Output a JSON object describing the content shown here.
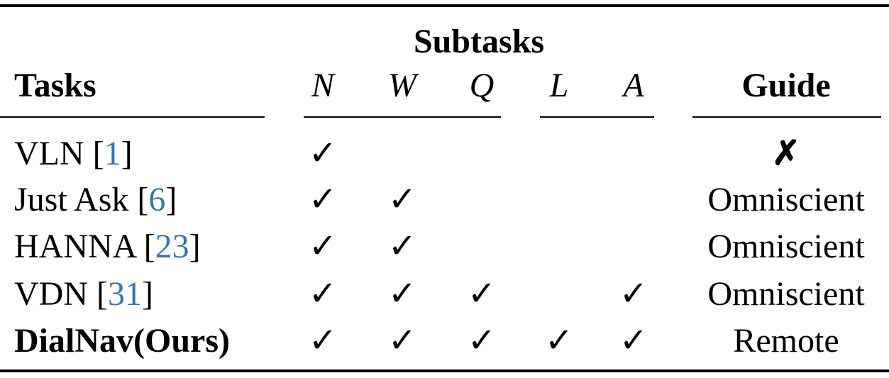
{
  "table": {
    "header_group": "Subtasks",
    "col_tasks": "Tasks",
    "col_guide": "Guide",
    "subtask_cols": [
      "N",
      "W",
      "Q",
      "L",
      "A"
    ],
    "check_symbol": "✓",
    "cross_symbol": "✗",
    "rows": [
      {
        "task": "VLN",
        "ref": "1",
        "bold": false,
        "marks": [
          "✓",
          "",
          "",
          "",
          ""
        ],
        "guide": "✗"
      },
      {
        "task": "Just Ask",
        "ref": "6",
        "bold": false,
        "marks": [
          "✓",
          "✓",
          "",
          "",
          ""
        ],
        "guide": "Omniscient"
      },
      {
        "task": "HANNA",
        "ref": "23",
        "bold": false,
        "marks": [
          "✓",
          "✓",
          "",
          "",
          ""
        ],
        "guide": "Omniscient"
      },
      {
        "task": "VDN",
        "ref": "31",
        "bold": false,
        "marks": [
          "✓",
          "✓",
          "✓",
          "",
          "✓"
        ],
        "guide": "Omniscient"
      },
      {
        "task": "DialNav(Ours)",
        "ref": "",
        "bold": true,
        "marks": [
          "✓",
          "✓",
          "✓",
          "✓",
          "✓"
        ],
        "guide": "Remote"
      }
    ]
  },
  "colors": {
    "reference_link": "#3973b0",
    "text": "#000000"
  }
}
